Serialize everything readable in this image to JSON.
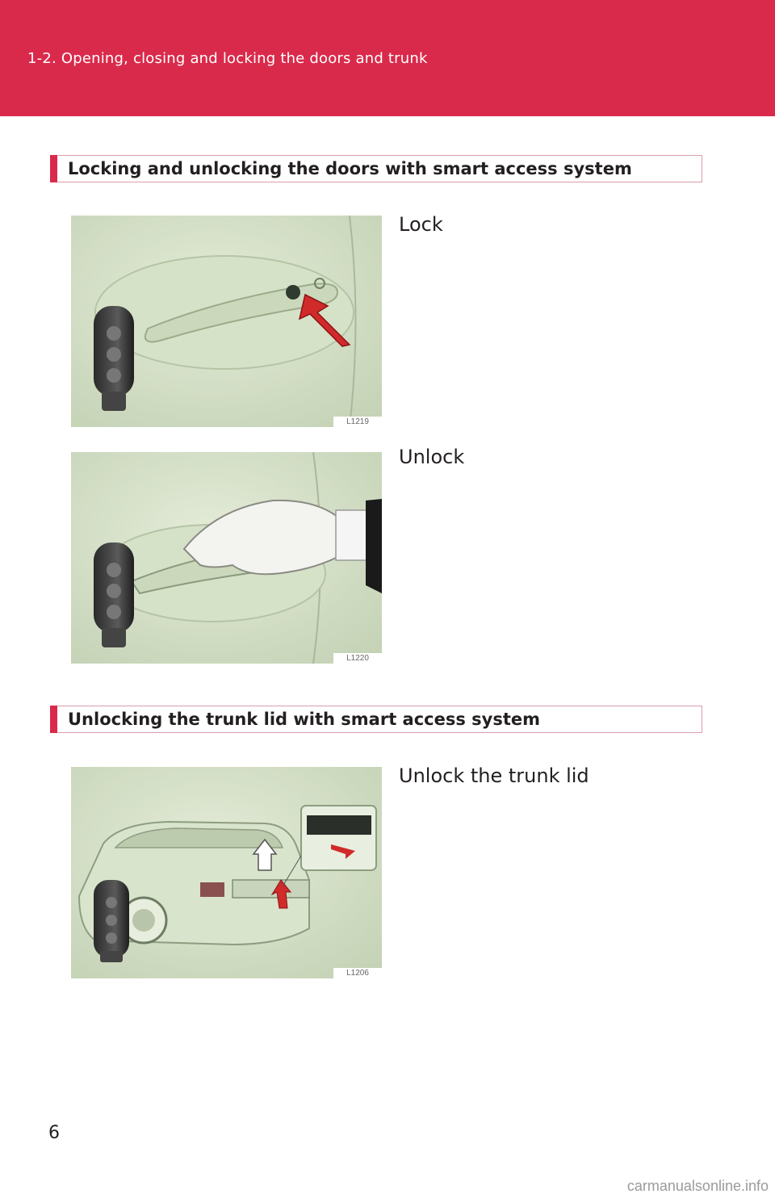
{
  "header": {
    "title": "1-2. Opening, closing and locking the doors and trunk",
    "color": "#da2a4b"
  },
  "sections": [
    {
      "title": "Locking and unlocking the doors with smart access system",
      "figures": [
        {
          "caption": "Lock",
          "code": "L1219",
          "image": "door-handle-lock-illustration"
        },
        {
          "caption": "Unlock",
          "code": "L1220",
          "image": "door-handle-unlock-illustration"
        }
      ]
    },
    {
      "title": "Unlocking the trunk lid with smart access system",
      "figures": [
        {
          "caption": "Unlock the trunk lid",
          "code": "L1206",
          "image": "trunk-lid-unlock-illustration"
        }
      ]
    }
  ],
  "page_number": "6",
  "watermark": "carmanualsonline.info"
}
